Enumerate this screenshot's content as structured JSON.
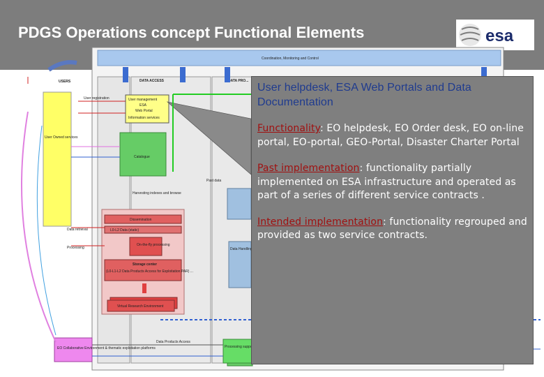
{
  "slide": {
    "title": "PDGS Operations concept Functional Elements",
    "logo_text": "esa"
  },
  "diagram": {
    "top_bar": "Coordination, Monitoring and Control",
    "users": "USERS",
    "data_access": "DATA ACCESS",
    "data_processing": "DATA PRO...",
    "user_registration": "User registration",
    "helpdesk_box": [
      "User management",
      "ESA",
      "Web Portal",
      "Information services"
    ],
    "user_owned": "User Owned services",
    "catalogue": "Catalogue",
    "past_data": "Past data",
    "data_handling": "Data Handling",
    "harvesting": "Harvesting indexes and browse",
    "dissemination": "Dissemination",
    "l0_data": "L0-L2 Data (static)",
    "on_the_fly": "On-the-fly processing",
    "storage": "Storage center",
    "storage_detail": "(L0-L1-L2 Data Products Access for Exploitation PAR) ...",
    "virtual_env": "Virtual Research Environment",
    "data_retrieval": "Data retrieval",
    "processing": "Processing",
    "eo_collab": "EO Collaborative Environment & thematic exploitation platforms",
    "data_products_access": "Data Products Access",
    "processing_support": "Processing support"
  },
  "callout": {
    "heading": "User helpdesk, ESA Web Portals and Data Documentation",
    "functionality_label": "Functionality",
    "functionality_text": ": EO helpdesk, EO Order desk, EO on-line portal, EO-portal, GEO-Portal, Disaster Charter Portal",
    "past_label": "Past implementation",
    "past_text": ": functionality partially implemented on ESA infrastructure and operated as part of a series of different service contracts .",
    "intended_label": "Intended implementation",
    "intended_text": ": functionality regrouped and provided as two service contracts."
  },
  "colors": {
    "header_bg": "#7d7d7d",
    "callout_bg": "#7f7f7f",
    "heading_blue": "#1f3b8f",
    "label_red": "#a01010",
    "user_yellow": "#ffff66",
    "catalogue_green": "#66cc66",
    "storage_red": "#e06060",
    "collab_pink": "#ee88ee",
    "blue_bar": "#a8c8ee"
  }
}
